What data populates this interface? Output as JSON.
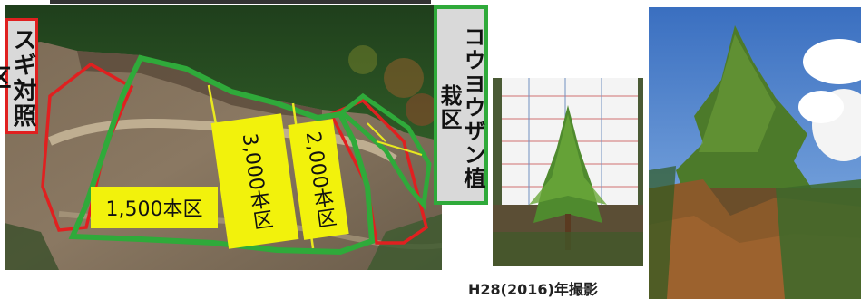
{
  "labels": {
    "sugi_control": "スギ対照区",
    "kouyouzan_plot": "コウヨウザン植栽区",
    "plot_1500": "1,500本区",
    "plot_3000": "3,000本区",
    "plot_2000": "2,000本区"
  },
  "caption": "H28(2016)年撮影",
  "colors": {
    "sugi_border": "#e02020",
    "kouyou_border": "#2faa3a",
    "plot_label_bg": "#f2f20c",
    "plot_line": "#e8e820"
  }
}
